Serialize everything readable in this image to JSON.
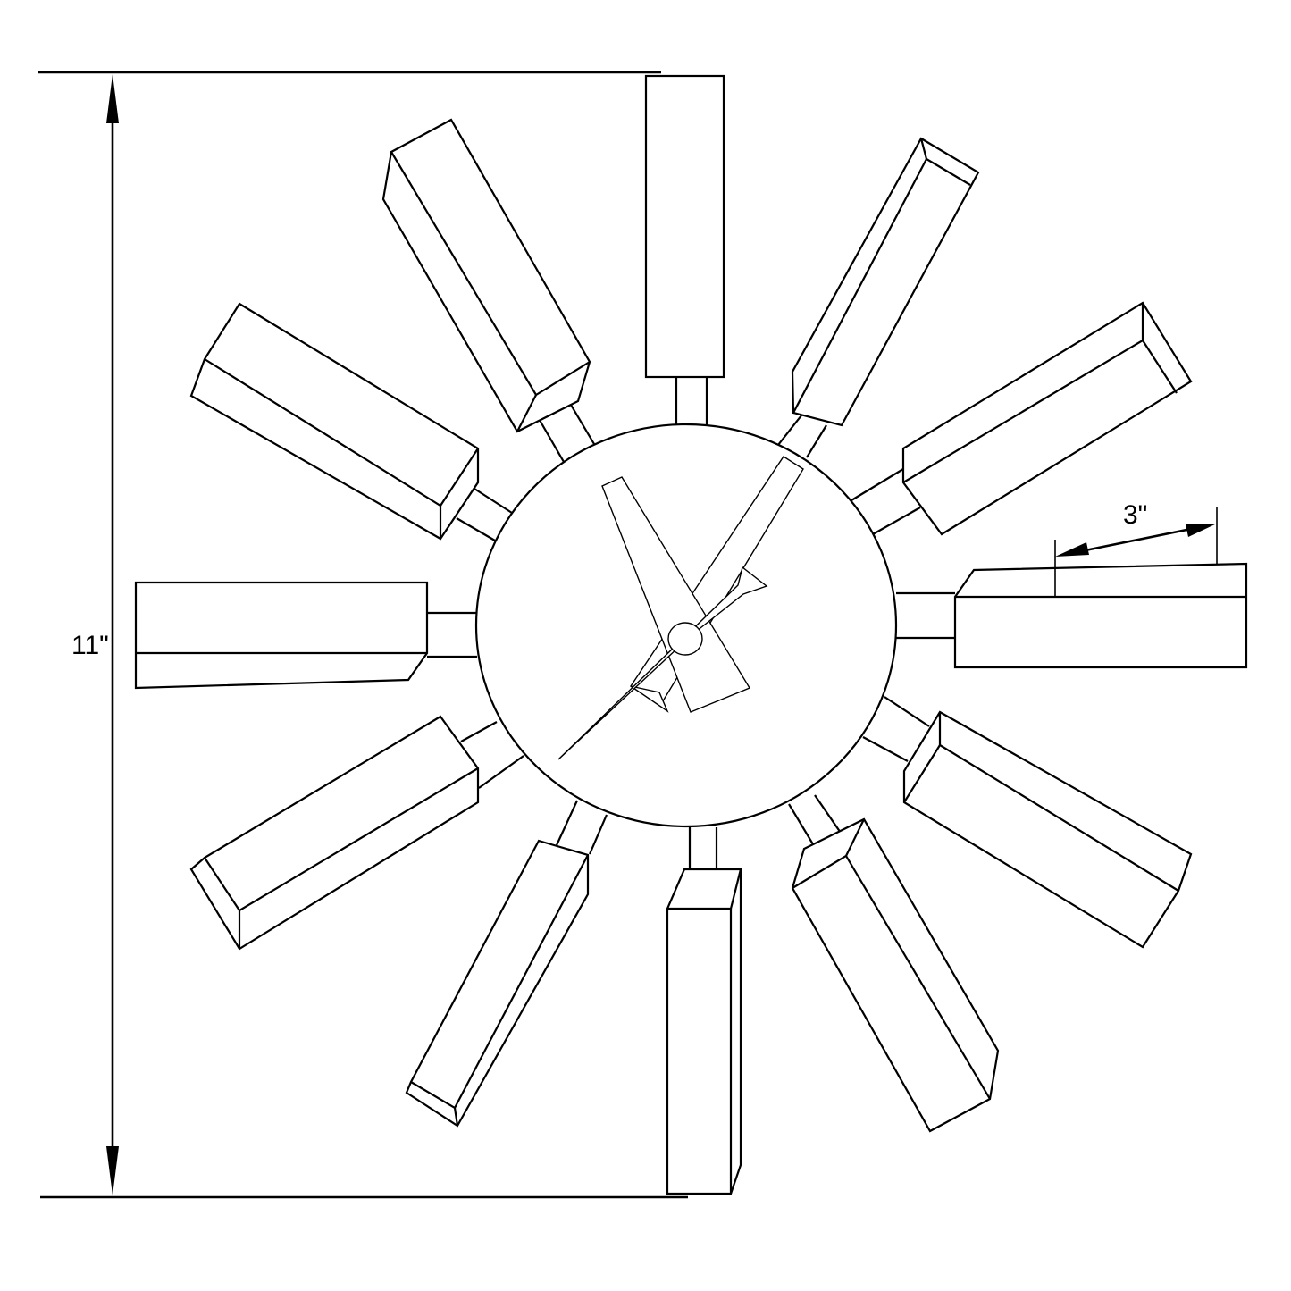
{
  "diagram": {
    "title": "Spoke wall clock dimension drawing",
    "subject": "Wall clock with 12 rectangular spokes around a circular face",
    "line_color": "#000000",
    "background_color": "#ffffff"
  },
  "dimensions": {
    "overall_height": {
      "label": "11\"",
      "orientation": "vertical"
    },
    "spoke_length": {
      "label": "3\"",
      "orientation": "angled"
    }
  },
  "clock": {
    "spoke_count": 12,
    "hands": [
      "hour-hand",
      "minute-hand",
      "second-hand"
    ],
    "center_cap": "hub"
  }
}
